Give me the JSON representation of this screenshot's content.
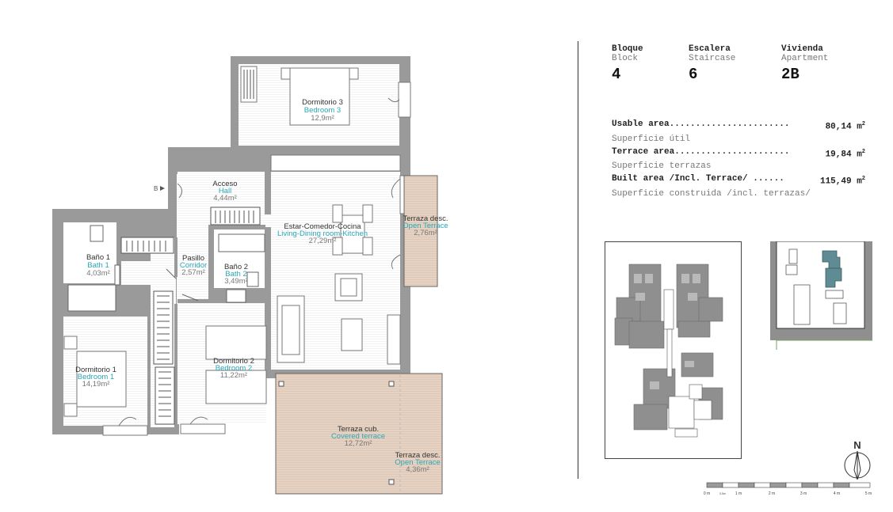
{
  "header": {
    "block": {
      "es": "Bloque",
      "en": "Block",
      "value": "4"
    },
    "staircase": {
      "es": "Escalera",
      "en": "Staircase",
      "value": "6"
    },
    "apartment": {
      "es": "Vivienda",
      "en": "Apartment",
      "value": "2B"
    }
  },
  "areas": {
    "usable": {
      "label": "Usable area",
      "value": "80,14",
      "sub": "Superficie útil"
    },
    "terrace": {
      "label": "Terrace area",
      "value": "19,84",
      "sub": "Superficie terrazas"
    },
    "built": {
      "label": "Built area /Incl. Terrace/ ......",
      "value": "115,49",
      "sub": "Superficie construida /incl. terrazas/"
    },
    "unit": "m",
    "unit_exp": "2"
  },
  "rooms": {
    "bedroom3": {
      "es": "Dormitorio 3",
      "en": "Bedroom 3",
      "area": "12,9m²"
    },
    "hall": {
      "es": "Acceso",
      "en": "Hall",
      "area": "4,44m²"
    },
    "living": {
      "es": "Estar-Comedor-Cocina",
      "en": "Living-Dining room-Kitchen",
      "area": "27,29m²"
    },
    "open_terrace_1": {
      "es": "Terraza desc.",
      "en": "Open Terrace",
      "area": "2,76m²"
    },
    "bath1": {
      "es": "Baño 1",
      "en": "Bath 1",
      "area": "4,03m²"
    },
    "corridor": {
      "es": "Pasillo",
      "en": "Corridor",
      "area": "2,57m²"
    },
    "bath2": {
      "es": "Baño 2",
      "en": "Bath 2",
      "area": "3,49m²"
    },
    "bedroom1": {
      "es": "Dormitorio 1",
      "en": "Bedroom 1",
      "area": "14,19m²"
    },
    "bedroom2": {
      "es": "Dormitorio 2",
      "en": "Bedroom 2",
      "area": "11,22m²"
    },
    "covered_terrace": {
      "es": "Terraza cub.",
      "en": "Covered terrace",
      "area": "12,72m²"
    },
    "open_terrace_2": {
      "es": "Terraza desc.",
      "en": "Open Terrace",
      "area": "4,36m²"
    }
  },
  "entry_marker": "B",
  "north": "N",
  "scale_labels": [
    "0 m",
    "0,5m",
    "1 m",
    "2 m",
    "3 m",
    "4 m",
    "5 m"
  ],
  "colors": {
    "wall": "#9a9a9a",
    "terrace": "#e6d2c3",
    "translation": "#2aa7b6",
    "building": "#8f8f8f",
    "highlight": "#5f8c94"
  }
}
